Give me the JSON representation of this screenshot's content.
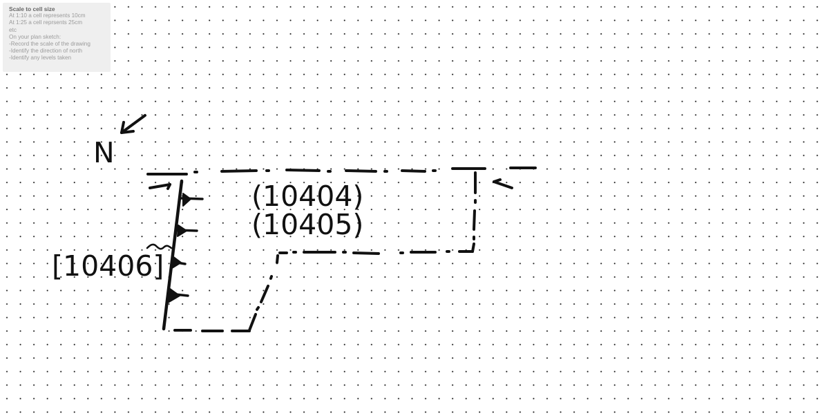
{
  "instructions": {
    "title": "Scale to cell size",
    "lines": [
      "At 1:10 a cell represents 10cm",
      "At 1:25 a cell reprsents 25cm",
      "etc",
      "On your plan sketch:",
      "-Record the scale of the drawing",
      "-Identify  the  direction of north",
      "-Identify any levels taken"
    ]
  },
  "sketch": {
    "north_label": "N",
    "context_labels": [
      "(10404)",
      "(10405)"
    ],
    "cut_label": "[10406]",
    "ink_color": "#111111"
  }
}
